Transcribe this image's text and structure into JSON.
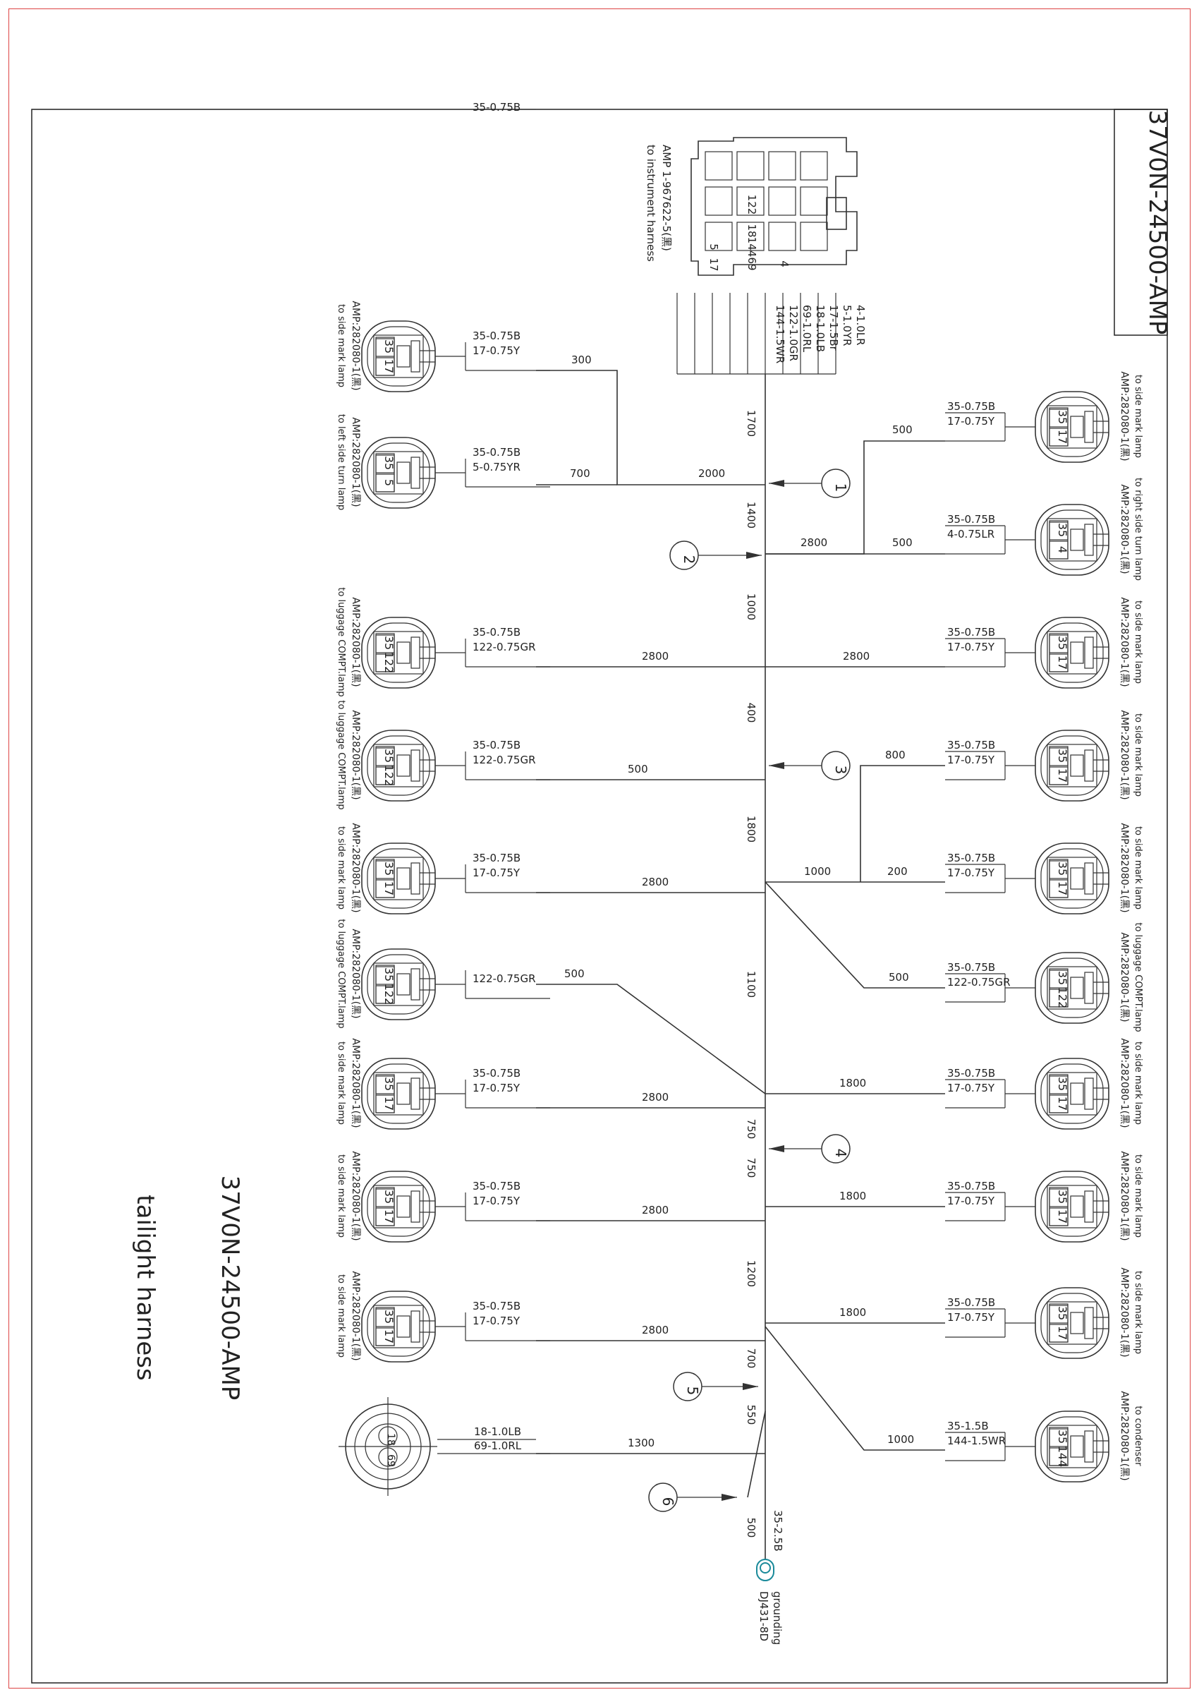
{
  "title_block": {
    "part_number": "37V0N-24500-AMP"
  },
  "main_title": {
    "part_number": "37V0N-24500-AMP",
    "name": "tailight harness"
  },
  "top_wire_label": "35-0.75B",
  "instrument_connector": {
    "part": "AMP 1-967622-5(黑)",
    "destination": "to instrument harness",
    "pins": [
      "122",
      "18",
      "144",
      "69",
      "5",
      "17",
      "4"
    ],
    "wires": [
      "4-1.0LR",
      "5-1.0YR",
      "17-1.5Br",
      "18-1.0LB",
      "69-1.0RL",
      "122-1.0GR",
      "144-1.5WR"
    ]
  },
  "trunk_segments": [
    "1700",
    "1400",
    "1000",
    "400",
    "1800",
    "1100",
    "750",
    "750",
    "1200",
    "700",
    "550",
    "500"
  ],
  "markers": [
    "1",
    "2",
    "3",
    "4",
    "5",
    "6"
  ],
  "left_connectors": [
    {
      "part": "AMP:282080-1(黑)",
      "dest": "to side mark lamp",
      "pins": [
        "35",
        "17"
      ],
      "wire1": "35-0.75B",
      "wire2": "17-0.75Y",
      "length": "300"
    },
    {
      "part": "AMP:282080-1(黑)",
      "dest": "to left side turn lamp",
      "pins": [
        "35",
        "5"
      ],
      "wire1": "35-0.75B",
      "wire2": "5-0.75YR",
      "length": "700",
      "length2": "2000"
    },
    {
      "part": "AMP:282080-1(黑)",
      "dest": "to luggage COMPT.lamp",
      "pins": [
        "35",
        "122"
      ],
      "wire1": "35-0.75B",
      "wire2": "122-0.75GR",
      "length": "2800"
    },
    {
      "part": "AMP:282080-1(黑)",
      "dest": "to luggage COMPT.lamp",
      "pins": [
        "35",
        "122"
      ],
      "wire1": "35-0.75B",
      "wire2": "122-0.75GR",
      "length": "500"
    },
    {
      "part": "AMP:282080-1(黑)",
      "dest": "to side mark lamp",
      "pins": [
        "35",
        "17"
      ],
      "wire1": "35-0.75B",
      "wire2": "17-0.75Y",
      "length": "2800"
    },
    {
      "part": "AMP:282080-1(黑)",
      "dest": "to luggage COMPT.lamp",
      "pins": [
        "35",
        "122"
      ],
      "wire1": "",
      "wire2": "122-0.75GR",
      "length": "500"
    },
    {
      "part": "AMP:282080-1(黑)",
      "dest": "to side mark lamp",
      "pins": [
        "35",
        "17"
      ],
      "wire1": "35-0.75B",
      "wire2": "17-0.75Y",
      "length": "2800"
    },
    {
      "part": "AMP:282080-1(黑)",
      "dest": "to side mark lamp",
      "pins": [
        "35",
        "17"
      ],
      "wire1": "35-0.75B",
      "wire2": "17-0.75Y",
      "length": "2800"
    },
    {
      "part": "AMP:282080-1(黑)",
      "dest": "to side mark lamp",
      "pins": [
        "35",
        "17"
      ],
      "wire1": "35-0.75B",
      "wire2": "17-0.75Y",
      "length": "2800"
    }
  ],
  "round_connector": {
    "pins": [
      "18",
      "69"
    ],
    "wire1": "18-1.0LB",
    "wire2": "69-1.0RL",
    "length": "1300"
  },
  "right_connectors": [
    {
      "part": "AMP:282080-1(黑)",
      "dest": "to side mark lamp",
      "pins": [
        "35",
        "17"
      ],
      "wire1": "35-0.75B",
      "wire2": "17-0.75Y",
      "length": "500"
    },
    {
      "part": "AMP:282080-1(黑)",
      "dest": "to right side turn lamp",
      "pins": [
        "35",
        "4"
      ],
      "wire1": "35-0.75B",
      "wire2": "4-0.75LR",
      "length": "500",
      "length2": "2800"
    },
    {
      "part": "AMP:282080-1(黑)",
      "dest": "to side mark lamp",
      "pins": [
        "35",
        "17"
      ],
      "wire1": "35-0.75B",
      "wire2": "17-0.75Y",
      "length": "2800"
    },
    {
      "part": "AMP:282080-1(黑)",
      "dest": "to side mark lamp",
      "pins": [
        "35",
        "17"
      ],
      "wire1": "35-0.75B",
      "wire2": "17-0.75Y",
      "length": "800"
    },
    {
      "part": "AMP:282080-1(黑)",
      "dest": "to side mark lamp",
      "pins": [
        "35",
        "17"
      ],
      "wire1": "35-0.75B",
      "wire2": "17-0.75Y",
      "length": "200",
      "length2": "1000"
    },
    {
      "part": "AMP:282080-1(黑)",
      "dest": "to luggage COMPT.lamp",
      "pins": [
        "35",
        "122"
      ],
      "wire1": "35-0.75B",
      "wire2": "122-0.75GR",
      "length": "500"
    },
    {
      "part": "AMP:282080-1(黑)",
      "dest": "to side mark lamp",
      "pins": [
        "35",
        "17"
      ],
      "wire1": "35-0.75B",
      "wire2": "17-0.75Y",
      "length": "1800"
    },
    {
      "part": "AMP:282080-1(黑)",
      "dest": "to side mark lamp",
      "pins": [
        "35",
        "17"
      ],
      "wire1": "35-0.75B",
      "wire2": "17-0.75Y",
      "length": "1800"
    },
    {
      "part": "AMP:282080-1(黑)",
      "dest": "to side mark lamp",
      "pins": [
        "35",
        "17"
      ],
      "wire1": "35-0.75B",
      "wire2": "17-0.75Y",
      "length": "1800"
    },
    {
      "part": "AMP:282080-1(黑)",
      "dest": "to condenser",
      "pins": [
        "35",
        "144"
      ],
      "wire1": "35-1.5B",
      "wire2": "144-1.5WR",
      "length": "1000"
    }
  ],
  "ground": {
    "wire": "35-2.5B",
    "label": "grounding",
    "part": "DJ431-8D"
  }
}
